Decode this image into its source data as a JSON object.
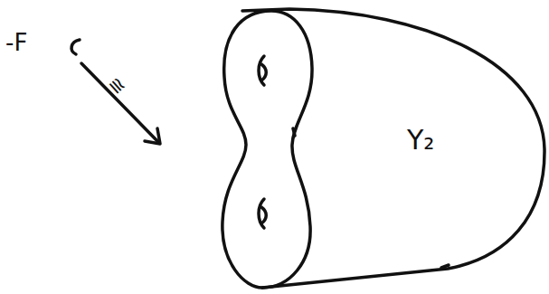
{
  "diagram": {
    "nodes": [
      {
        "text": [
          "Y₂"
        ]
      }
    ],
    "labels": [
      "-F",
      "≅"
    ]
  }
}
